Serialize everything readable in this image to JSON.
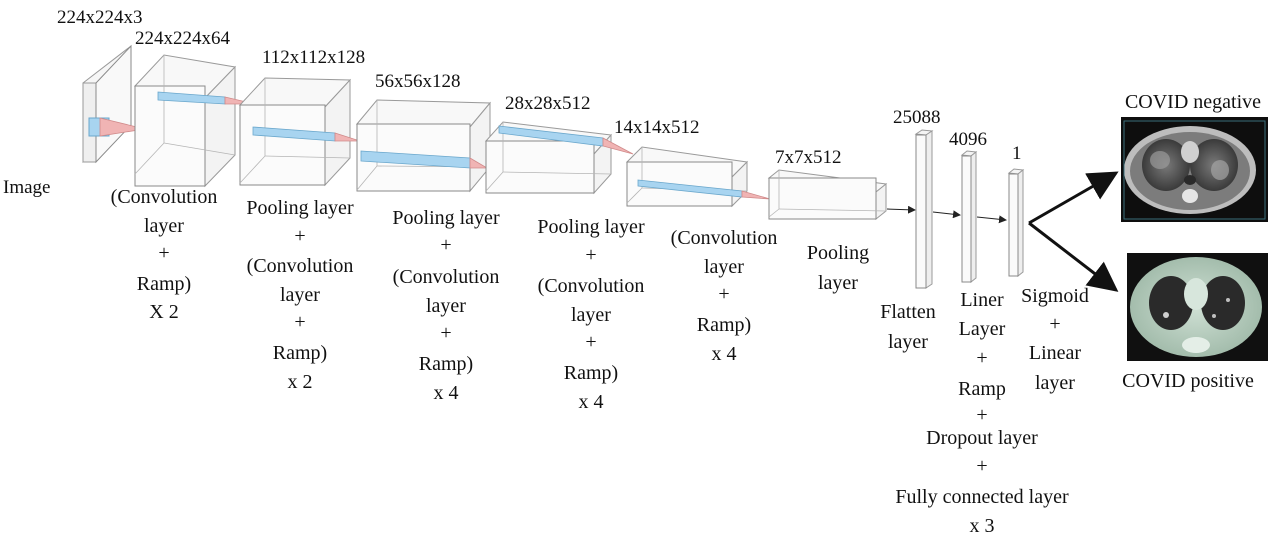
{
  "input_label": "Image",
  "dims": {
    "d1": "224x224x3",
    "d2": "224x224x64",
    "d3": "112x112x128",
    "d4": "56x56x128",
    "d5": "28x28x512",
    "d6": "14x14x512",
    "d7": "7x7x512",
    "d8": "25088",
    "d9": "4096",
    "d10": "1"
  },
  "stage1": [
    "(Convolution",
    "layer",
    "+",
    "Ramp)",
    "X 2"
  ],
  "stage2": [
    "Pooling layer",
    "+",
    "(Convolution",
    "layer",
    "+",
    "Ramp)",
    "x 2"
  ],
  "stage3": [
    "Pooling layer",
    "+",
    "(Convolution",
    "layer",
    "+",
    "Ramp)",
    "x 4"
  ],
  "stage4": [
    "Pooling layer",
    "+",
    "(Convolution",
    "layer",
    "+",
    "Ramp)",
    "x 4"
  ],
  "stage5": [
    "(Convolution",
    "layer",
    "+",
    "Ramp)",
    "x 4"
  ],
  "stage6": [
    "Pooling",
    "layer"
  ],
  "flatten": [
    "Flatten",
    "layer"
  ],
  "fc": [
    "Liner",
    "Layer",
    "+",
    "Ramp",
    "+",
    "Dropout layer",
    "+",
    "Fully connected layer",
    "x 3"
  ],
  "sigmoid": [
    "Sigmoid",
    "+",
    "Linear",
    "layer"
  ],
  "outputs": {
    "negative": "COVID negative",
    "positive": "COVID positive"
  },
  "colors": {
    "kernel_blue": "#a8d4f0",
    "cone_pink": "#f0b4b4",
    "box_stroke": "#8a8a8a"
  }
}
